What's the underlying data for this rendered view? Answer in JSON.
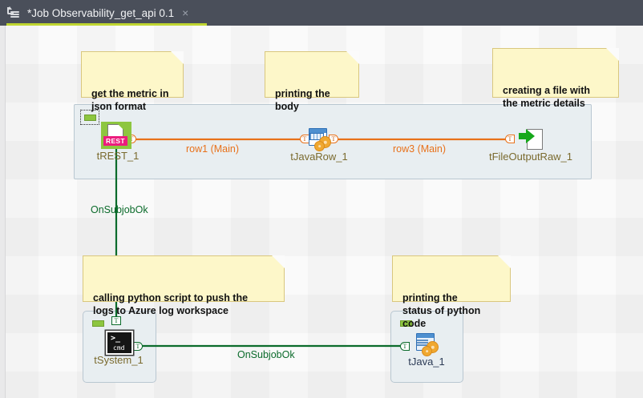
{
  "window": {
    "tab": {
      "title": "*Job Observability_get_api 0.1",
      "close_label": "×",
      "icon": "job-icon",
      "underline_color": "#bfd630",
      "bar_color": "#4a4f5a"
    }
  },
  "canvas": {
    "background_color": "#fafafa",
    "subjob_fill": "#e8eef1",
    "subjob_border": "#b9c7d1"
  },
  "notes": [
    {
      "id": "note-metric-json",
      "text": "get the metric in\njson format"
    },
    {
      "id": "note-printing-body",
      "text": "printing the\nbody"
    },
    {
      "id": "note-creating-file",
      "text": "creating a file with\nthe metric details"
    },
    {
      "id": "note-python-azure",
      "text": "calling python script to push the\nlogs to Azure log workspace"
    },
    {
      "id": "note-python-status",
      "text": "printing the\nstatus of python code"
    }
  ],
  "components": [
    {
      "id": "tREST_1",
      "label": "tREST_1",
      "icon": "trest-icon",
      "badge": "REST"
    },
    {
      "id": "tJavaRow_1",
      "label": "tJavaRow_1",
      "icon": "tjavarow-icon"
    },
    {
      "id": "tFileOutputRaw_1",
      "label": "tFileOutputRaw_1",
      "icon": "tfileoutputraw-icon"
    },
    {
      "id": "tSystem_1",
      "label": "tSystem_1",
      "icon": "tsystem-cmd-icon",
      "prompt": ">_",
      "cmd": "cmd"
    },
    {
      "id": "tJava_1",
      "label": "tJava_1",
      "icon": "tjava-icon"
    }
  ],
  "connections": [
    {
      "id": "row1",
      "label": "row1 (Main)",
      "type": "main",
      "color": "#e8711a",
      "from": "tREST_1",
      "to": "tJavaRow_1"
    },
    {
      "id": "row3",
      "label": "row3 (Main)",
      "type": "main",
      "color": "#e8711a",
      "from": "tJavaRow_1",
      "to": "tFileOutputRaw_1"
    },
    {
      "id": "onsubjobok-1",
      "label": "OnSubjobOk",
      "type": "trigger",
      "color": "#0b6b2b",
      "from": "tREST_1",
      "to": "tSystem_1"
    },
    {
      "id": "onsubjobok-2",
      "label": "OnSubjobOk",
      "type": "trigger",
      "color": "#0b6b2b",
      "from": "tSystem_1",
      "to": "tJava_1"
    }
  ],
  "ports": {
    "t_glyph": "T"
  }
}
